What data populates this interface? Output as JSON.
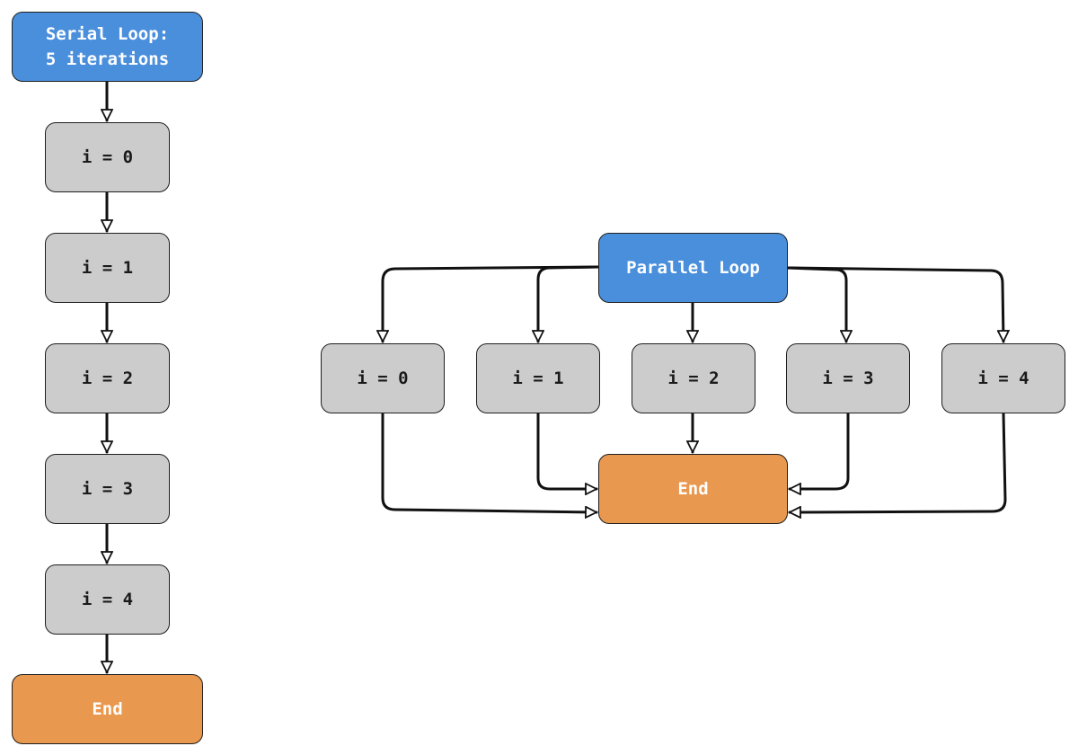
{
  "serial": {
    "start_label": "Serial Loop:\n5 iterations",
    "iterations": [
      "i = 0",
      "i = 1",
      "i = 2",
      "i = 3",
      "i = 4"
    ],
    "end_label": "End"
  },
  "parallel": {
    "start_label": "Parallel Loop",
    "iterations": [
      "i = 0",
      "i = 1",
      "i = 2",
      "i = 3",
      "i = 4"
    ],
    "end_label": "End"
  },
  "colors": {
    "start_node": "#4a8fdc",
    "iteration_node": "#cccccc",
    "end_node": "#e8984f",
    "edge": "#111111"
  }
}
